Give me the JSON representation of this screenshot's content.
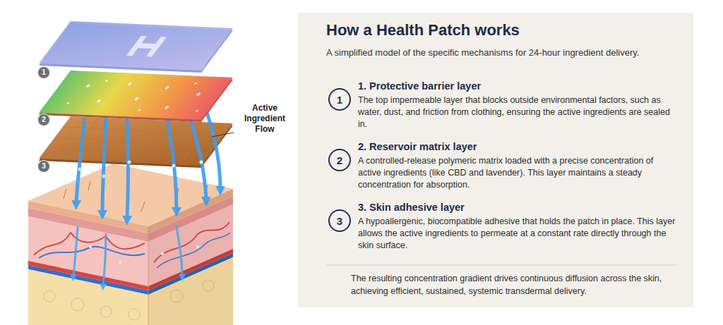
{
  "diagram": {
    "title": "How a Health Patch works",
    "caption": "The resulting concentration gradient drives continuous diffusion across the skin, achieving efficient, sustained, systemic transdermal delivery.",
    "nodes": [
      {
        "text": [
          "1"
        ]
      },
      {
        "text": [
          "2"
        ]
      },
      {
        "text": [
          "3"
        ]
      },
      {
        "text": [
          "1"
        ]
      },
      {
        "text": [
          "2"
        ]
      },
      {
        "text": [
          "3"
        ]
      }
    ],
    "labels": [
      "Active Ingredient Flow",
      "A simplified model of the specific mechanisms for 24-hour ingredient delivery.",
      "1. Protective barrier layer",
      "The top impermeable layer that blocks outside environmental factors, such as water, dust, and friction from clothing, ensuring the active ingredients are sealed in.",
      "2. Reservoir matrix layer",
      "A controlled-release polymeric matrix loaded with a precise concentration of active ingredients (like CBD and lavender). This layer maintains a steady concentration for absorption.",
      "3. Skin adhesive layer",
      "A hypoallergenic, biocompatible adhesive that holds the patch in place. This layer allows the active ingredients to permeate at a constant rate directly through the skin surface."
    ]
  }
}
